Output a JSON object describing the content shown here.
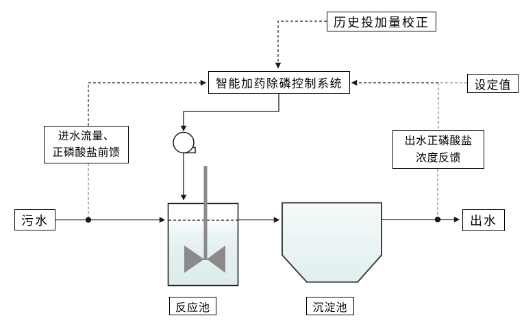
{
  "nodes": {
    "history_correction": "历史投加量校正",
    "control_system": "智能加药除磷控制系统",
    "setpoint": "设定值",
    "feedforward_line1": "进水流量、",
    "feedforward_line2": "正磷酸盐前馈",
    "feedback_line1": "出水正磷酸盐",
    "feedback_line2": "浓度反馈",
    "influent": "污水",
    "effluent": "出水",
    "reaction_tank": "反应池",
    "sedimentation_tank": "沉淀池"
  },
  "colors": {
    "line_black": "#1a1a1a",
    "dash_gray": "#8a8a8a",
    "mixer_gray": "#8a8a8a",
    "tank_fill_light": "#e2efef",
    "tank_fill_top": "#ffffff",
    "background": "#ffffff",
    "text": "#000000"
  }
}
